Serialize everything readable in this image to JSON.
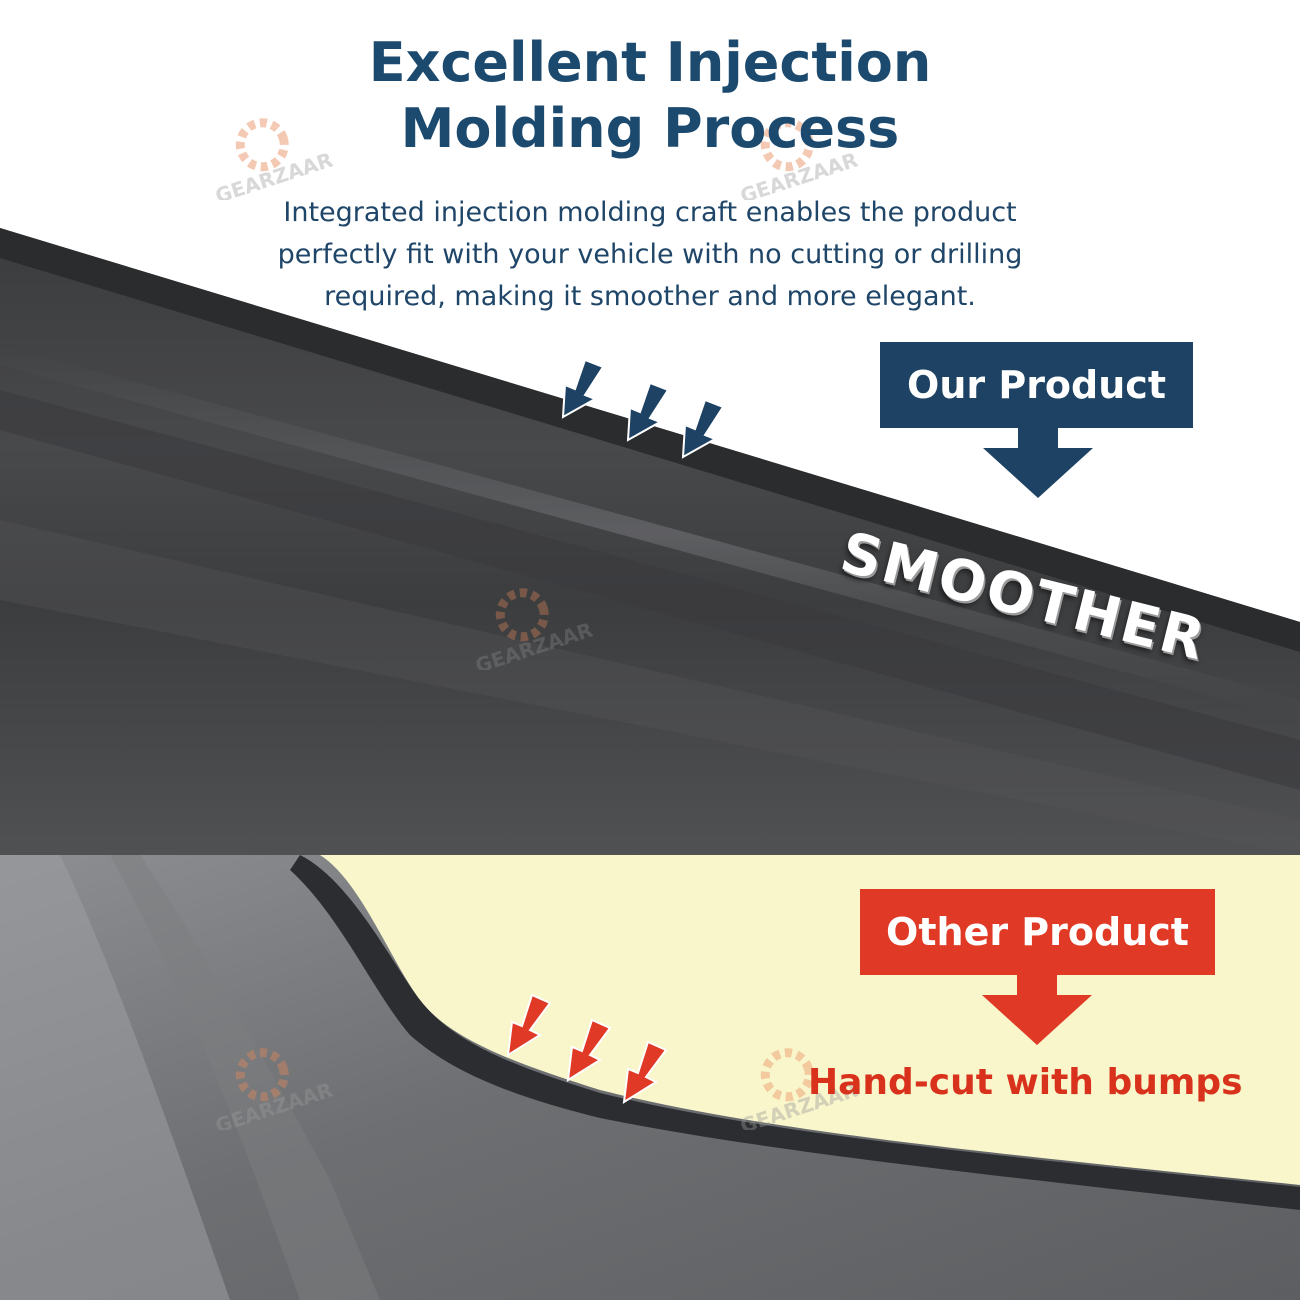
{
  "title": {
    "line1": "Excellent Injection",
    "line2": "Molding Process"
  },
  "subtitle": {
    "line1": "Integrated injection molding craft enables the product",
    "line2": "perfectly fit with your vehicle with no cutting or drilling",
    "line3": "required, making it smoother and more elegant."
  },
  "our_product": {
    "label": "Our Product",
    "caption": "SMOOTHER",
    "color": "#1d4263"
  },
  "other_product": {
    "label": "Other Product",
    "caption": "Hand-cut with bumps",
    "color": "#e03a26"
  },
  "watermark": {
    "text": "GEARZAAR",
    "color": "#e8895a"
  }
}
